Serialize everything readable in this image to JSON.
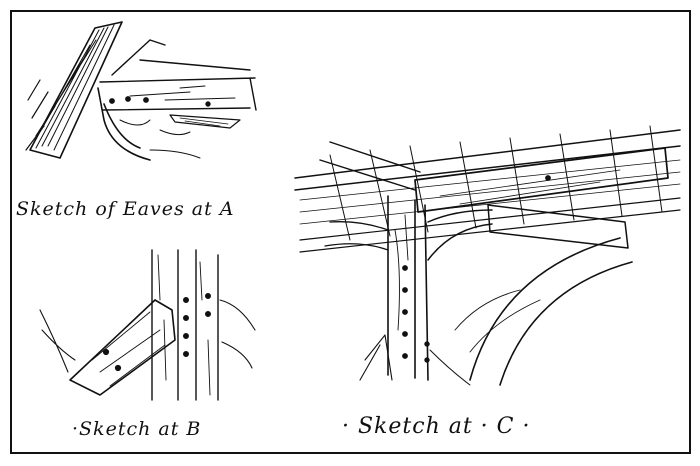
{
  "captions": {
    "a": "Sketch of Eaves at A",
    "b": "·Sketch at B",
    "c": "· Sketch at · C ·"
  },
  "colors": {
    "ink": "#111111",
    "paper": "#ffffff"
  }
}
